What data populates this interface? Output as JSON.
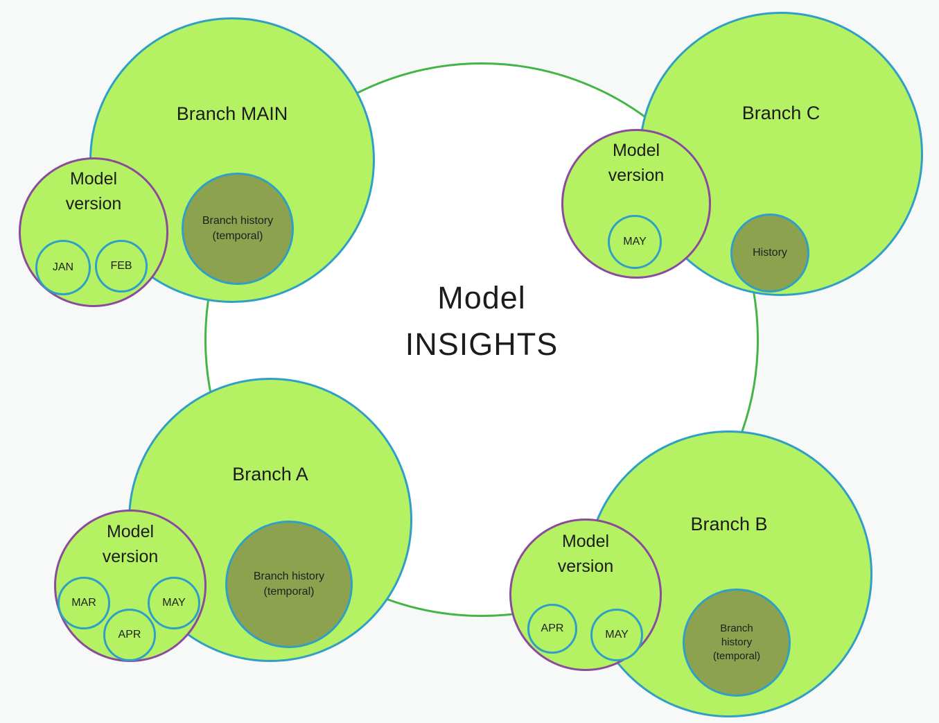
{
  "title": "Model INSIGHTS",
  "center": {
    "line1": "Model",
    "line2": "INSIGHTS"
  },
  "colors": {
    "background": "#f7f8f8",
    "branch_fill": "#b4f263",
    "branch_border": "#2f9fc6",
    "center_circle_fill": "#ffffff",
    "center_circle_border": "#43b546",
    "model_version_border": "#8b4a9c",
    "month_border": "#2f9fc6",
    "history_fill": "#8da24e",
    "text": "#1e1e1e"
  },
  "branches": [
    {
      "label": "Branch MAIN",
      "model_version_label": "Model version",
      "months": [
        "JAN",
        "FEB"
      ],
      "history_label": "Branch history (temporal)"
    },
    {
      "label": "Branch C",
      "model_version_label": "Model version",
      "months": [
        "MAY"
      ],
      "history_label": "History"
    },
    {
      "label": "Branch A",
      "model_version_label": "Model version",
      "months": [
        "MAR",
        "MAY",
        "APR"
      ],
      "history_label": "Branch history (temporal)"
    },
    {
      "label": "Branch B",
      "model_version_label": "Model version",
      "months": [
        "APR",
        "MAY"
      ],
      "history_label": "Branch history (temporal)"
    }
  ]
}
